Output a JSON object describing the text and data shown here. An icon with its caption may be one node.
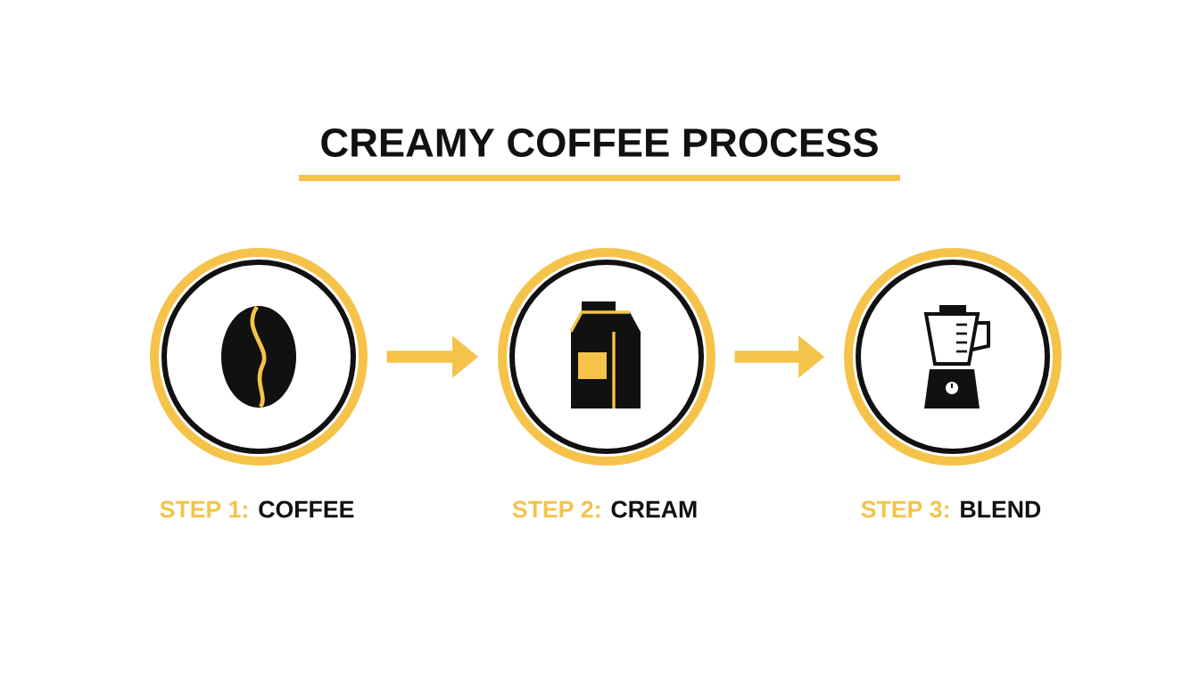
{
  "diagram": {
    "title": "CREAMY COFFEE PROCESS",
    "nodes": [
      {
        "text": [
          "STEP 1:",
          "COFFEE"
        ]
      },
      {
        "text": [
          "STEP 2:",
          "CREAM"
        ]
      },
      {
        "text": [
          "STEP 3:",
          "BLEND"
        ]
      }
    ],
    "edges": [
      {
        "from": 0,
        "to": 1,
        "arrow": "to"
      },
      {
        "from": 1,
        "to": 2,
        "arrow": "to"
      }
    ]
  }
}
